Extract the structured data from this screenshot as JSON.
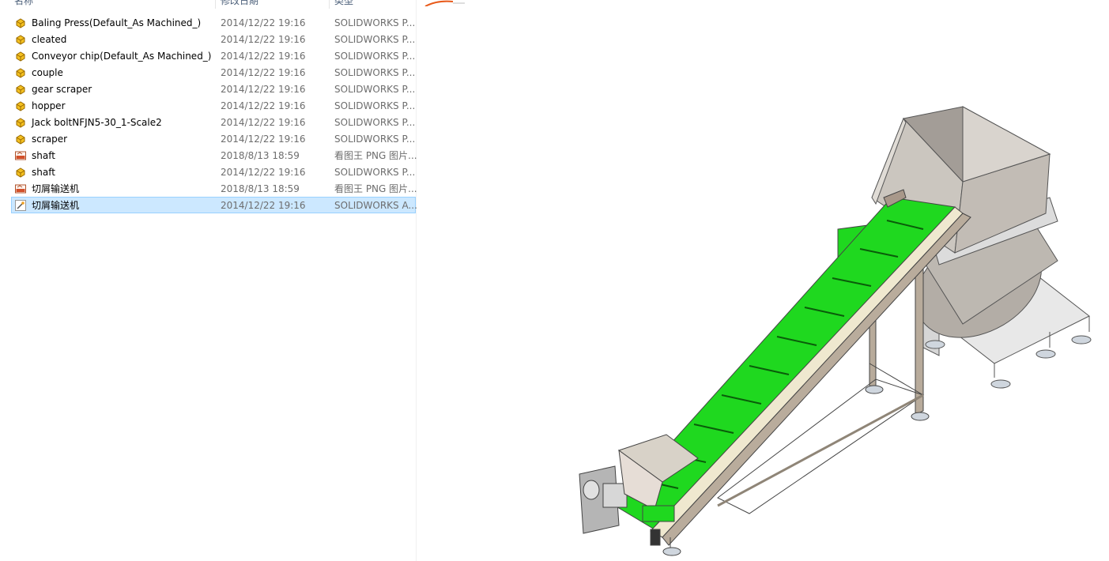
{
  "columns": {
    "name": "名称",
    "date": "修改日期",
    "type": "类型"
  },
  "files": [
    {
      "name": "Baling Press(Default_As Machined_)",
      "date": "2014/12/22 19:16",
      "type": "SOLIDWORKS P...",
      "icon": "solidworks-part-icon"
    },
    {
      "name": "cleated",
      "date": "2014/12/22 19:16",
      "type": "SOLIDWORKS P...",
      "icon": "solidworks-part-icon"
    },
    {
      "name": "Conveyor chip(Default_As Machined_)",
      "date": "2014/12/22 19:16",
      "type": "SOLIDWORKS P...",
      "icon": "solidworks-part-icon"
    },
    {
      "name": "couple",
      "date": "2014/12/22 19:16",
      "type": "SOLIDWORKS P...",
      "icon": "solidworks-part-icon"
    },
    {
      "name": "gear scraper",
      "date": "2014/12/22 19:16",
      "type": "SOLIDWORKS P...",
      "icon": "solidworks-part-icon"
    },
    {
      "name": "hopper",
      "date": "2014/12/22 19:16",
      "type": "SOLIDWORKS P...",
      "icon": "solidworks-part-icon"
    },
    {
      "name": "Jack boltNFJN5-30_1-Scale2",
      "date": "2014/12/22 19:16",
      "type": "SOLIDWORKS P...",
      "icon": "solidworks-part-icon"
    },
    {
      "name": "scraper",
      "date": "2014/12/22 19:16",
      "type": "SOLIDWORKS P...",
      "icon": "solidworks-part-icon"
    },
    {
      "name": "shaft",
      "date": "2018/8/13 18:59",
      "type": "看图王 PNG 图片...",
      "icon": "png-image-icon"
    },
    {
      "name": "shaft",
      "date": "2014/12/22 19:16",
      "type": "SOLIDWORKS P...",
      "icon": "solidworks-part-icon"
    },
    {
      "name": "切屑输送机",
      "date": "2018/8/13 18:59",
      "type": "看图王 PNG 图片...",
      "icon": "png-image-icon"
    },
    {
      "name": "切屑输送机",
      "date": "2014/12/22 19:16",
      "type": "SOLIDWORKS A...",
      "icon": "solidworks-assembly-icon",
      "selected": true
    }
  ],
  "colors": {
    "selection_bg": "#cce8ff",
    "selection_border": "#99d1ff",
    "belt_green": "#1fd81f",
    "frame_gray": "#b9ac9c",
    "hopper_gray": "#c9c4bc"
  }
}
